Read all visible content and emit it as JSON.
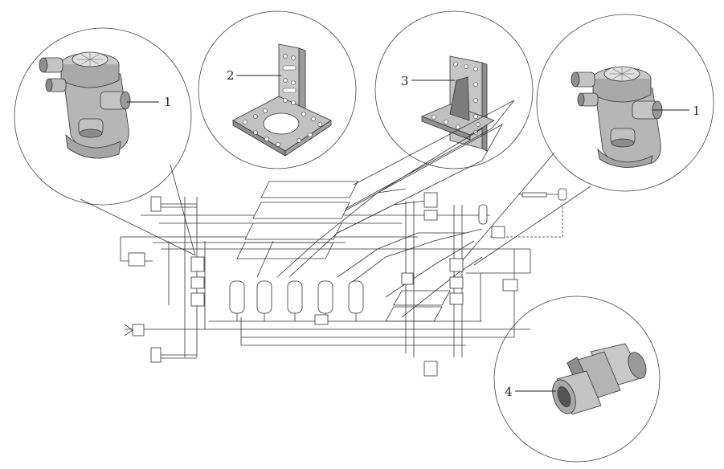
{
  "callouts": [
    {
      "label": "1",
      "part": "valve-left"
    },
    {
      "label": "2",
      "part": "bracket-flat"
    },
    {
      "label": "3",
      "part": "bracket-gusset"
    },
    {
      "label": "1",
      "part": "valve-right"
    },
    {
      "label": "4",
      "part": "pipe-union"
    }
  ],
  "colors": {
    "line": "#222222",
    "metal": "#b9b9b9",
    "metal_dark": "#8a8a8a",
    "metal_light": "#dcdcdc"
  }
}
